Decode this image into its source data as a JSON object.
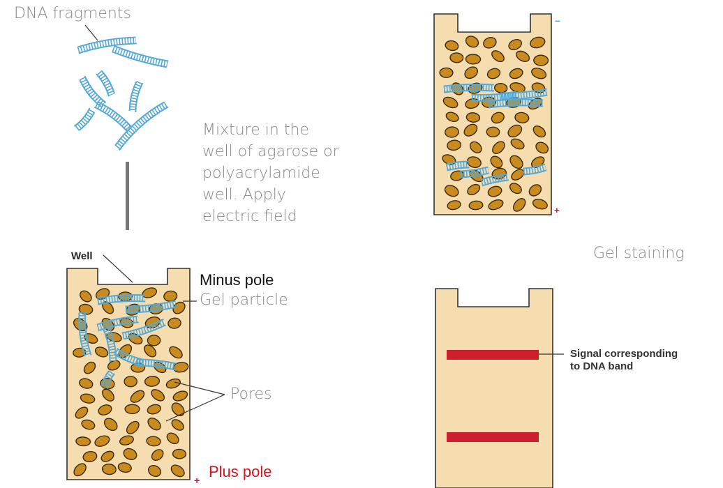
{
  "labels": {
    "dna_fragments": "DNA fragments",
    "mixture_lines": [
      "Mixture in the",
      "well of agarose or",
      "polyacrylamide",
      "well. Apply",
      "electric field"
    ],
    "well": "Well",
    "minus_pole": "Minus pole",
    "gel_particle": "Gel particle",
    "pores": "Pores",
    "plus_pole": "Plus pole",
    "gel_staining": "Gel staining",
    "signal_lines": [
      "Signal corresponding",
      "to DNA band"
    ],
    "minus_sign": "–",
    "plus_sign": "+"
  },
  "colors": {
    "gel_fill": "#f5ddb0",
    "particle": "#c98a1e",
    "particle_stroke": "#3a2a10",
    "dna": "#55a9d6",
    "band": "#cc1f2e",
    "plus": "#c0115a",
    "minus": "#5aa0d0",
    "label_gray": "#888888",
    "plus_pole_red": "#d6141e"
  }
}
